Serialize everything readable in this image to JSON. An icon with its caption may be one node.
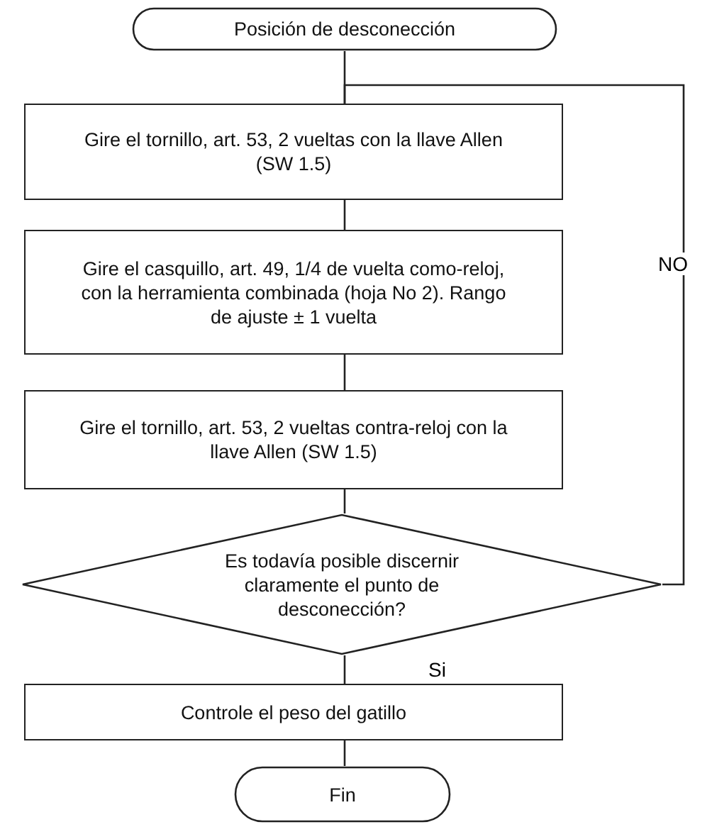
{
  "diagram": {
    "nodes": [
      {
        "text": [
          "Posición de desconección"
        ]
      },
      {
        "text": [
          "Gire el tornillo, art. 53, 2 vueltas con la llave Allen (SW 1.5)"
        ]
      },
      {
        "text": [
          "Gire el casquillo, art. 49, 1/4 de vuelta como-reloj, con la herramienta combinada (hoja No 2). Rango de ajuste ± 1 vuelta"
        ]
      },
      {
        "text": [
          "Gire el tornillo, art. 53, 2 vueltas contra-reloj con la llave Allen (SW 1.5)"
        ]
      },
      {
        "text": [
          "Es todavía posible discernir claramente el punto de desconección?"
        ]
      },
      {
        "text": [
          "Controle el peso del gatillo"
        ]
      },
      {
        "text": [
          "Fin"
        ]
      }
    ],
    "edges": [
      {
        "from": 0,
        "to": 1,
        "arrow": "none"
      },
      {
        "from": 1,
        "to": 2,
        "arrow": "none"
      },
      {
        "from": 2,
        "to": 3,
        "arrow": "none"
      },
      {
        "from": 3,
        "to": 4,
        "arrow": "none"
      },
      {
        "from": 4,
        "to": 5,
        "label": "Si",
        "arrow": "none"
      },
      {
        "from": 4,
        "to": 1,
        "label": "NO",
        "arrow": "none"
      },
      {
        "from": 5,
        "to": 6,
        "arrow": "none"
      }
    ]
  }
}
